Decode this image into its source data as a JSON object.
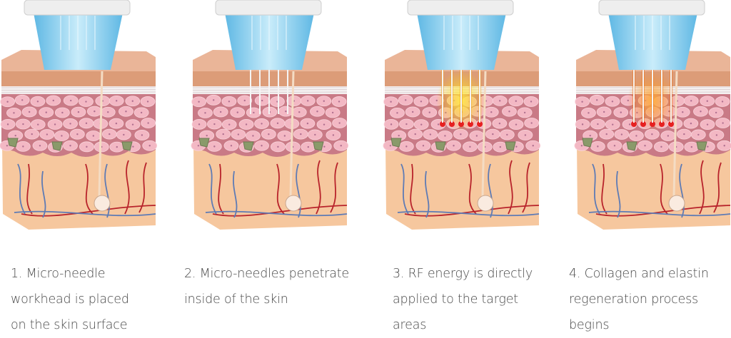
{
  "colors": {
    "cap": "#eeeeee",
    "applicator": "#8fd0ee",
    "epidermis_top": "#dc9c78",
    "cells": "#f3b8c4",
    "dermis": "#f6c79e",
    "artery": "#b8232b",
    "vein": "#5e7bb5",
    "rf_glow": "#ffd400",
    "rf_core": "#e62020",
    "collagen_glow": "#f58a1e"
  },
  "steps": [
    {
      "lines": [
        "1. Micro-needle",
        "workhead is placed",
        "on the skin surface"
      ],
      "needles": "none"
    },
    {
      "lines": [
        "2. Micro-needles penetrate",
        "inside of the skin"
      ],
      "needles": "inserted"
    },
    {
      "lines": [
        "3. RF energy is directly",
        "applied to the target",
        "areas"
      ],
      "needles": "rf-energy"
    },
    {
      "lines": [
        "4. Collagen and elastin",
        "regeneration process",
        "begins"
      ],
      "needles": "regeneration"
    }
  ]
}
